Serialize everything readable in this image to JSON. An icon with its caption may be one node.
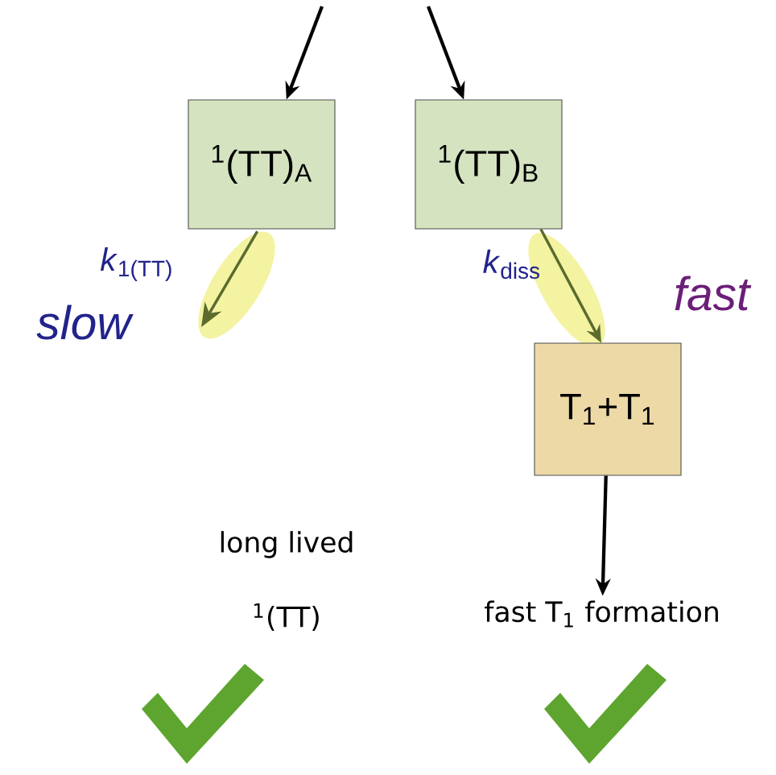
{
  "diagram": {
    "nodes": [
      {
        "text": [
          "$^{1}$(TT)$_{A}$"
        ]
      },
      {
        "text": [
          "$^{1}$(TT)$_{B}$"
        ]
      },
      {
        "text": [
          "T$_{1}$+T$_{1}$"
        ]
      },
      {
        "text": [
          "fast T$_{1}$ formation"
        ]
      }
    ],
    "edges": [
      {
        "from": null,
        "to": 0,
        "arrow": "to"
      },
      {
        "from": null,
        "to": 1,
        "arrow": "to"
      },
      {
        "from": 0,
        "to": null,
        "arrow": "to",
        "label": "*k*$_{1(TT)}$",
        "color": "#5b6b2e"
      },
      {
        "from": 1,
        "to": 2,
        "arrow": "to",
        "label": "*k*$_{diss}$",
        "color": "#5b6b2e"
      },
      {
        "from": 2,
        "to": 3,
        "arrow": "to"
      }
    ],
    "labels": [
      "slow",
      "fast",
      "long lived",
      "$^{1}$(TT)"
    ]
  }
}
